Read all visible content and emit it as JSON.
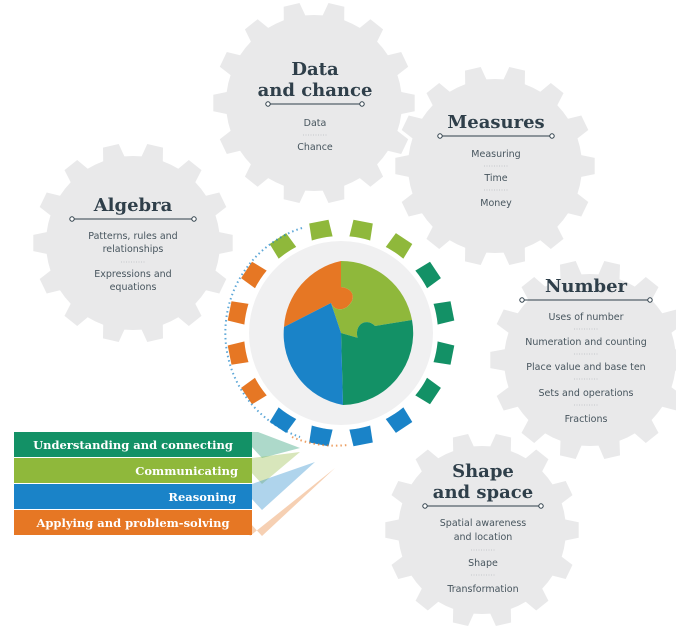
{
  "colors": {
    "gear_fill": "#e9e9ea",
    "orange": "#e67724",
    "green": "#8fb83b",
    "teal": "#139166",
    "blue": "#1a83c8",
    "title": "#2f3f4a",
    "text": "#47555e"
  },
  "gears": {
    "data_chance": {
      "title_lines": [
        "Data",
        "and chance"
      ],
      "items": [
        "Data",
        "Chance"
      ]
    },
    "measures": {
      "title_lines": [
        "Measures"
      ],
      "items": [
        "Measuring",
        "Time",
        "Money"
      ]
    },
    "algebra": {
      "title_lines": [
        "Algebra"
      ],
      "items": [
        "Patterns, rules and",
        "relationships",
        "Expressions and",
        "equations"
      ]
    },
    "number": {
      "title_lines": [
        "Number"
      ],
      "items": [
        "Uses of number",
        "Numeration and counting",
        "Place value and base ten",
        "Sets and operations",
        "Fractions"
      ]
    },
    "shape_space": {
      "title_lines": [
        "Shape",
        "and space"
      ],
      "items": [
        "Spatial awareness",
        "and location",
        "Shape",
        "Transformation"
      ]
    }
  },
  "bands": [
    {
      "label": "Understanding and connecting",
      "color": "#139166"
    },
    {
      "label": "Communicating",
      "color": "#8fb83b"
    },
    {
      "label": "Reasoning",
      "color": "#1a83c8"
    },
    {
      "label": "Applying and problem-solving",
      "color": "#e67724"
    }
  ]
}
